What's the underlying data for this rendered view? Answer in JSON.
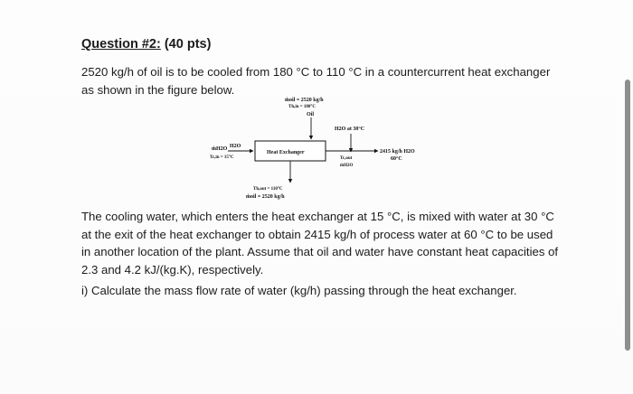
{
  "question": {
    "label": "Question #2:",
    "points": " (40 pts)"
  },
  "paragraphs": {
    "intro": "2520 kg/h of oil is to be cooled from 180 °C to 110 °C in a countercurrent heat exchanger as shown in the figure below.",
    "description": "The cooling water, which enters the heat exchanger at 15 °C, is mixed with water at 30 °C at the exit of the heat exchanger to obtain 2415 kg/h of process water at 60 °C to be used in another location of the plant. Assume that oil and water have constant heat capacities of 2.3 and 4.2 kJ/(kg.K), respectively.",
    "task": "i) Calculate the mass flow rate of water (kg/h) passing through the heat exchanger."
  },
  "diagram": {
    "oil_in_flow": "ṁoil = 2520 kg/h",
    "oil_in_temp": "Th,in = 180°C",
    "oil_label": "Oil",
    "water_30_label": "H2O at 30°C",
    "water_in_flow": "ṁH2O",
    "water_in_h2o": "H2O",
    "water_in_temp": "Tc,in = 15°C",
    "exchanger_label": "Heat Exchanger",
    "water_out_temp": "Tc,out",
    "water_out_flow": "ṁH2O",
    "product_flow": "2415 kg/h H2O",
    "product_temp": "60°C",
    "oil_out_temp": "Th,out = 110°C",
    "oil_out_flow": "ṁoil = 2520 kg/h"
  },
  "colors": {
    "text": "#1c1c1c",
    "background": "#fdfdfd",
    "scrollbar": "#8e8e8e"
  }
}
